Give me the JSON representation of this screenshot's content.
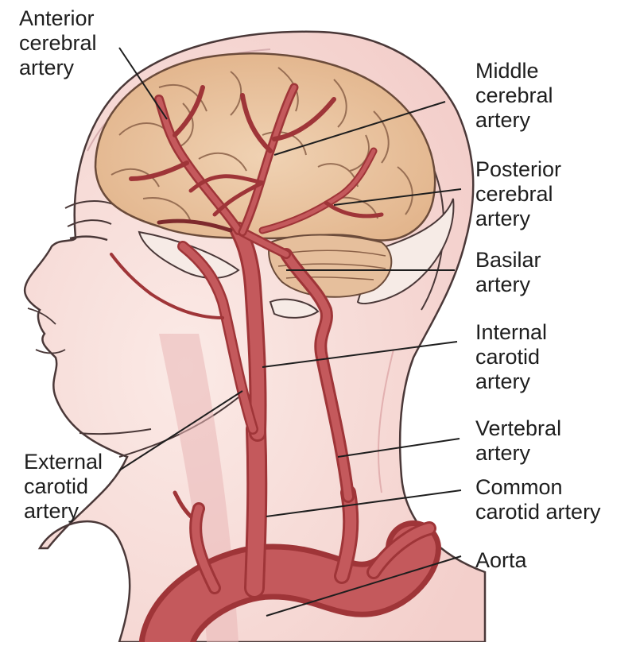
{
  "labels": {
    "anterior_cerebral": [
      "Anterior",
      "cerebral",
      "artery"
    ],
    "middle_cerebral": [
      "Middle",
      "cerebral",
      "artery"
    ],
    "posterior_cerebral": [
      "Posterior",
      "cerebral",
      "artery"
    ],
    "basilar": [
      "Basilar",
      "artery"
    ],
    "internal_carotid": [
      "Internal",
      "carotid",
      "artery"
    ],
    "vertebral": [
      "Vertebral",
      "artery"
    ],
    "common_carotid": [
      "Common",
      "carotid artery"
    ],
    "aorta": [
      "Aorta"
    ],
    "external_carotid": [
      "External",
      "carotid",
      "artery"
    ]
  },
  "colors": {
    "artery": "#b8474a",
    "artery_dark": "#7e2a2d",
    "brain": "#ecc8a5",
    "skin": "#f9e4e0",
    "outline": "#3a3030"
  }
}
